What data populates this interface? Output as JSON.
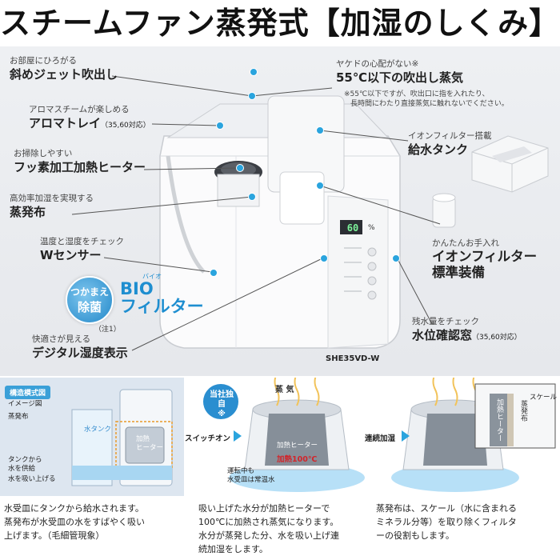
{
  "title": "スチームファン蒸発式【加湿のしくみ】",
  "callouts_left": [
    {
      "sub": "お部屋にひろがる",
      "main": "斜めジェット吹出し"
    },
    {
      "sub": "アロマスチームが楽しめる",
      "main": "アロマトレイ",
      "small": "（35,60対応）"
    },
    {
      "sub": "お掃除しやすい",
      "main": "フッ素加工加熱ヒーター"
    },
    {
      "sub": "高効率加湿を実現する",
      "main": "蒸発布"
    },
    {
      "sub": "温度と湿度をチェック",
      "main": "Wセンサー"
    },
    {
      "sub": "快適さが見える",
      "main": "デジタル湿度表示"
    }
  ],
  "callouts_right": [
    {
      "sub": "ヤケドの心配がない※",
      "main": "55℃以下の吹出し蒸気"
    },
    {
      "sub": "イオンフィルター搭載",
      "main": "給水タンク"
    },
    {
      "sub": "かんたんお手入れ",
      "main": "イオンフィルター",
      "main2": "標準装備"
    },
    {
      "sub": "残水量をチェック",
      "main": "水位確認窓",
      "small": "（35,60対応）"
    }
  ],
  "steam_note": [
    "※55℃以下ですが、吹出口に指を入れたり、",
    "長時間にわたり直接蒸気に触れないでください。"
  ],
  "bio": {
    "badge_line1": "つかまえ",
    "badge_line2": "除菌",
    "ruby": "バイオ",
    "line1": "BIO",
    "line2": "フィルター",
    "note": "（注1）"
  },
  "display": {
    "reading": "60",
    "unit": "%"
  },
  "model": "SHE35VD-W",
  "diagram1": {
    "tag": "構造模式図",
    "image_note": "イメージ図",
    "tank": "水タンク",
    "labels": [
      "蒸発布",
      "タンクから",
      "水を供給",
      "水を吸い上げる"
    ],
    "heater": "加熱\nヒーター"
  },
  "diagram2": {
    "badge": "当社独自",
    "badge_mark": "※",
    "steam": "蒸 気",
    "switch": "スイッチオン",
    "heater": "加熱ヒーター",
    "heat_temp": "加熱100℃",
    "note1": "運転中も",
    "note2": "水受皿は常温水"
  },
  "diagram3": {
    "label": "連続加湿",
    "scale": "スケール",
    "heater": "加熱ヒーター",
    "cloth": "蒸発布"
  },
  "descriptions": [
    [
      "水受皿にタンクから給水されます。",
      "蒸発布が水受皿の水をすばやく吸い",
      "上げます。（毛細管現象）"
    ],
    [
      "吸い上げた水分が加熱ヒーターで",
      "100℃に加熱され蒸気になります。",
      "水分が蒸発した分、水を吸い上げ連",
      "続加湿をします。"
    ],
    [
      "蒸発布は、スケール（水に含まれる",
      "ミネラル分等）を取り除くフィルタ",
      "ーの役割もします。"
    ]
  ],
  "colors": {
    "accent": "#2aa4de",
    "red": "#d2242a",
    "blue_text": "#1e8ed0"
  }
}
